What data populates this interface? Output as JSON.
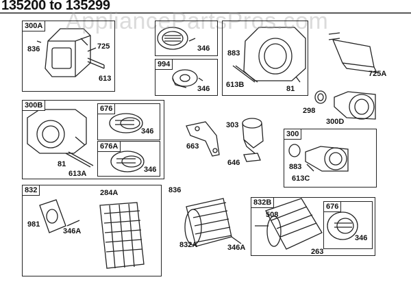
{
  "header": {
    "title": "135200 to 135299",
    "watermark": "AppliancePartsPros.com"
  },
  "groups": {
    "g300A": "300A",
    "g300B": "300B",
    "g676a": "676",
    "g676b": "676A",
    "g994": "994",
    "g300": "300",
    "g832": "832",
    "g832B": "832B",
    "g676c": "676"
  },
  "parts": {
    "p836a": "836",
    "p725": "725",
    "p613": "613",
    "p346a": "346",
    "p994_346": "346",
    "p883a": "883",
    "p613B": "613B",
    "p81a": "81",
    "p725A": "725A",
    "p298": "298",
    "p300D": "300D",
    "p676_346": "346",
    "p81b": "81",
    "p613A": "613A",
    "p676A_346": "346",
    "p663": "663",
    "p303": "303",
    "p646": "646",
    "p883b": "883",
    "p613C": "613C",
    "p981": "981",
    "p346A": "346A",
    "p284A": "284A",
    "p836b": "836",
    "p832A": "832A",
    "p346A2": "346A",
    "p508": "508",
    "p263": "263",
    "p676c_346": "346"
  }
}
